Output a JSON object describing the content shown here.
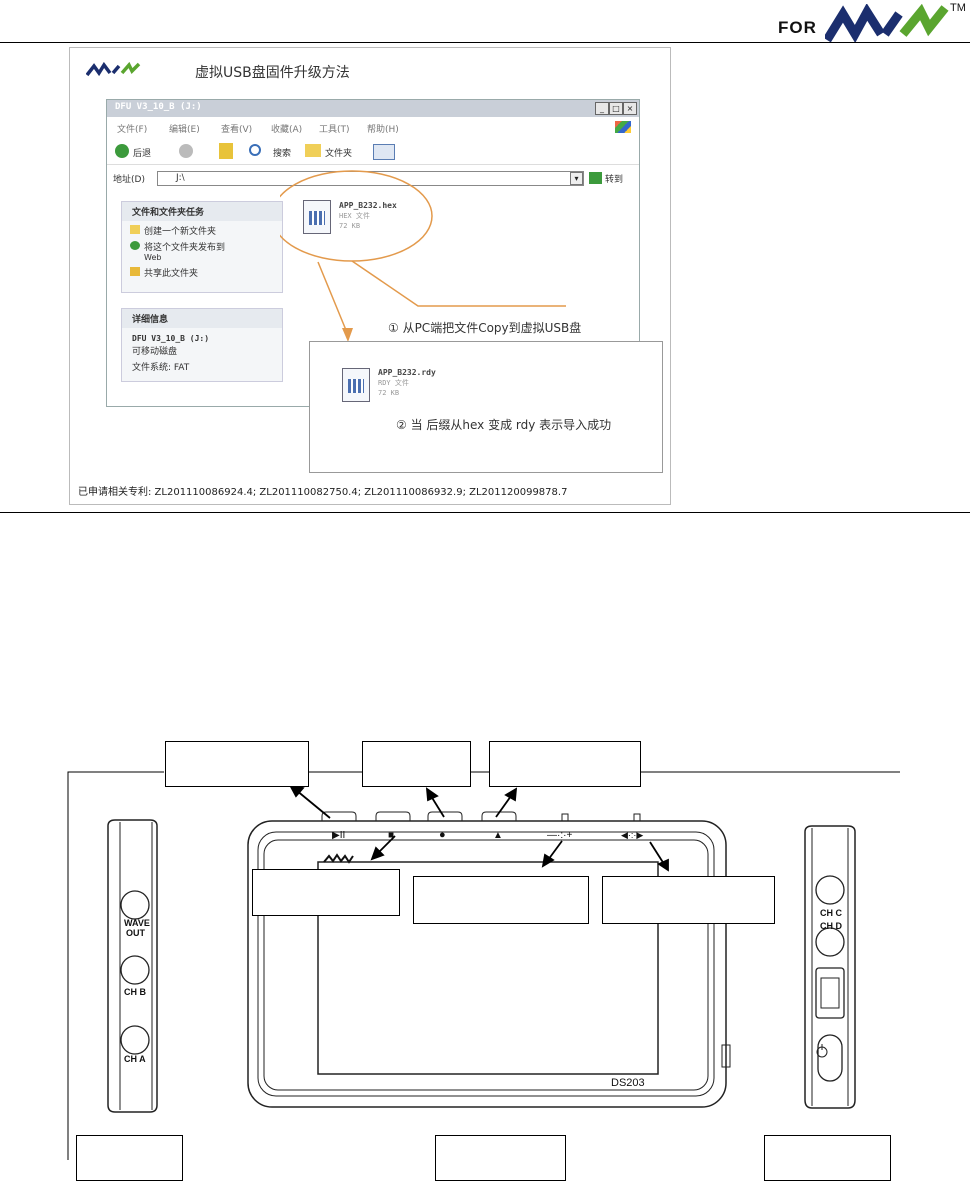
{
  "header": {
    "for_text": "FOR",
    "tm": "TM",
    "logo_colors": {
      "navy": "#1b2e6e",
      "green": "#5aa52f"
    }
  },
  "illustration": {
    "title": "虚拟USB盘固件升级方法",
    "window": {
      "title": "DFU V3_10_B (J:)",
      "menu": [
        "文件(F)",
        "编辑(E)",
        "查看(V)",
        "收藏(A)",
        "工具(T)",
        "帮助(H)"
      ],
      "toolbar": {
        "back": "后退",
        "search": "搜索",
        "folders": "文件夹"
      },
      "address_label": "地址(D)",
      "address_value": "J:\\",
      "go_label": "转到",
      "tasks_panel": {
        "header": "文件和文件夹任务",
        "items": [
          "创建一个新文件夹",
          "将这个文件夹发布到",
          "Web",
          "共享此文件夹"
        ]
      },
      "details_panel": {
        "header": "详细信息",
        "drive_name": "DFU V3_10_B (J:)",
        "drive_type": "可移动磁盘",
        "filesystem": "文件系统: FAT"
      },
      "file_hex": {
        "name": "APP_B232.hex",
        "type": "HEX 文件",
        "size": "72 KB"
      },
      "file_rdy": {
        "name": "APP_B232.rdy",
        "type": "RDY 文件",
        "size": "72 KB"
      }
    },
    "step1": "① 从PC端把文件Copy到虚拟USB盘",
    "step2": "② 当 后缀从hex 变成 rdy 表示导入成功",
    "patent_line": "已申请相关专利: ZL201110086924.4; ZL201110082750.4; ZL201110086932.9; ZL201120099878.7"
  },
  "device": {
    "model": "DS203",
    "left_ports": [
      "WAVE",
      "OUT",
      "CH  B",
      "CH  A"
    ],
    "right_ports": [
      "CH  C",
      "CH  D"
    ],
    "keys": {
      "play_pause": "▶II",
      "square": "■",
      "circle": "●",
      "triangle": "▲",
      "minus_plus": "—·:·+",
      "left_right": "◀·:·▶"
    }
  }
}
